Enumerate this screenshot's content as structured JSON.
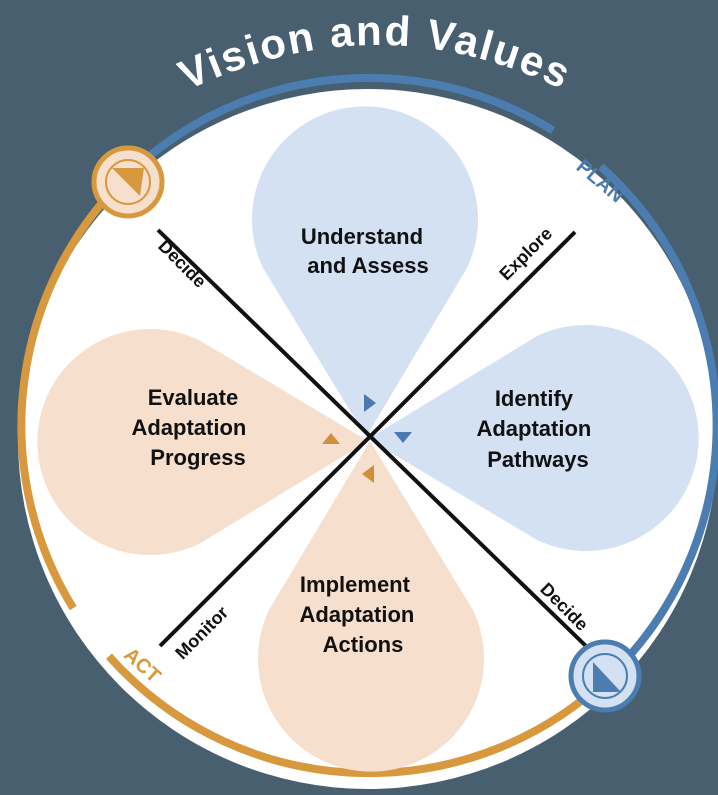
{
  "title": "Vision and Values",
  "colors": {
    "background": "#485f70",
    "plan_blue": "#4c7db1",
    "act_orange": "#d8993e",
    "petal_blue": "#d4e1f2",
    "petal_peach": "#f6dfcc",
    "arrow_blue": "#4a78b0",
    "arrow_orange": "#d08f3d",
    "line": "#111111"
  },
  "arcs": {
    "plan_label": "PLAN",
    "act_label": "ACT"
  },
  "axes": {
    "top_left": "Decide",
    "top_right": "Explore",
    "bottom_left": "Monitor",
    "bottom_right": "Decide"
  },
  "petals": {
    "top": {
      "lines": [
        "Understand",
        "and Assess"
      ]
    },
    "right": {
      "lines": [
        "Identify",
        "Adaptation",
        "Pathways"
      ]
    },
    "bottom": {
      "lines": [
        "Implement",
        "Adaptation",
        "Actions"
      ]
    },
    "left": {
      "lines": [
        "Evaluate",
        "Adaptation",
        "Progress"
      ]
    }
  },
  "decision_markers": {
    "top_left_icon": "triangle-marker-orange-icon",
    "bottom_right_icon": "triangle-marker-blue-icon"
  }
}
